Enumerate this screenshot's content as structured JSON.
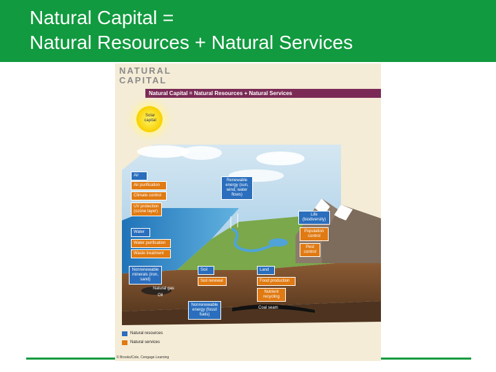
{
  "slide": {
    "title": "Natural Capital =\nNatural Resources + Natural Services",
    "colors": {
      "header": "#119a3f",
      "resource": "#2a6ebd",
      "service": "#e07a12",
      "banner": "#7b2a56"
    }
  },
  "figure": {
    "heading": "NATURAL\nCAPITAL",
    "banner": "Natural Capital = Natural Resources + Natural Services",
    "solar": "Solar capital",
    "labels": {
      "air": "Air",
      "air_purification": "Air purification",
      "climate_control": "Climate control",
      "uv_protection": "UV protection (ozone layer)",
      "water": "Water",
      "water_purification": "Water purification",
      "waste_treatment": "Waste treatment",
      "nonrenewable_minerals": "Nonrenewable minerals (iron, sand)",
      "renewable_energy": "Renewable energy (sun, wind, water flows)",
      "life": "Life (biodiversity)",
      "population_control": "Population control",
      "pest_control": "Pest control",
      "soil": "Soil",
      "soil_renewal": "Soil renewal",
      "land": "Land",
      "food_production": "Food production",
      "nutrient_recycling": "Nutrient recycling",
      "nonrenewable_energy": "Nonrenewable energy (fossil fuels)",
      "natural_gas": "Natural gas",
      "oil": "Oil",
      "coal_seam": "Coal seam"
    },
    "legend": {
      "resources": "Natural resources",
      "services": "Natural services"
    },
    "credit": "© Brooks/Cole, Cengage Learning"
  }
}
